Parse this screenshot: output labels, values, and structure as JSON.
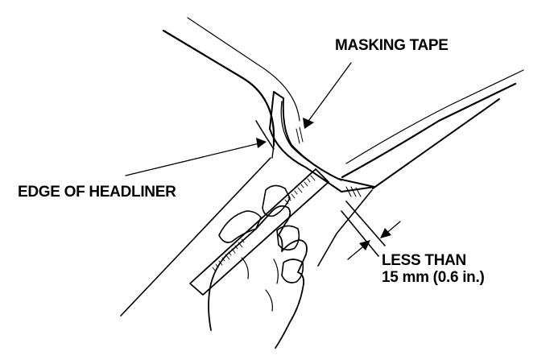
{
  "labels": {
    "masking_tape": "MASKING TAPE",
    "edge_of_headliner": "EDGE OF HEADLINER",
    "less_than_line1": "LESS THAN",
    "less_than_line2": "15 mm (0.6 in.)"
  },
  "colors": {
    "ink": "#000000",
    "background": "#ffffff"
  }
}
